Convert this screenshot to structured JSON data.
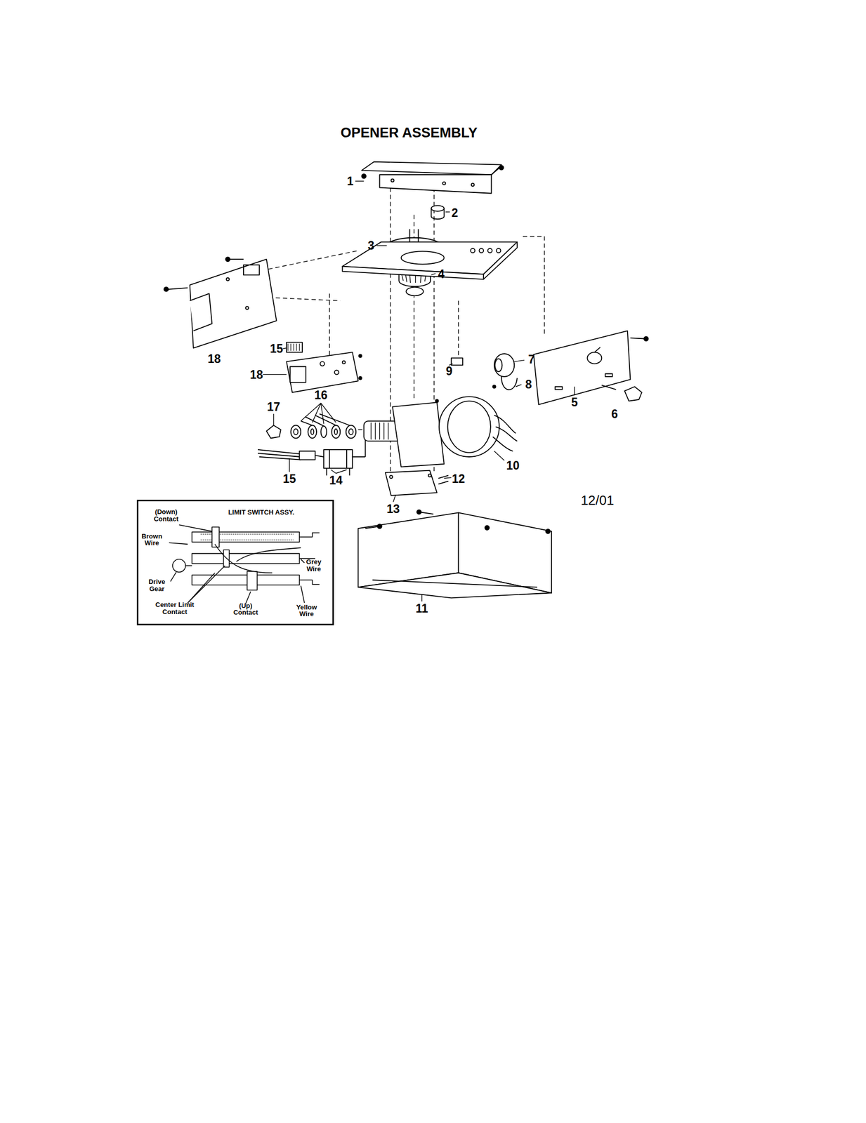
{
  "diagram": {
    "title": "OPENER ASSEMBLY",
    "nodes": [
      {
        "text": [
          "LIMIT SWITCH ASSY."
        ]
      }
    ],
    "labels": [
      "1",
      "2",
      "3",
      "4",
      "18",
      "15",
      "18",
      "16",
      "17",
      "7",
      "9",
      "8",
      "5",
      "6",
      "10",
      "15",
      "14",
      "12",
      "13",
      "12/01",
      "11",
      "(Down) Contact",
      "Brown Wire",
      "Grey Wire",
      "Drive Gear",
      "Center Limit Contact",
      "(Up) Contact",
      "Yellow Wire"
    ]
  }
}
